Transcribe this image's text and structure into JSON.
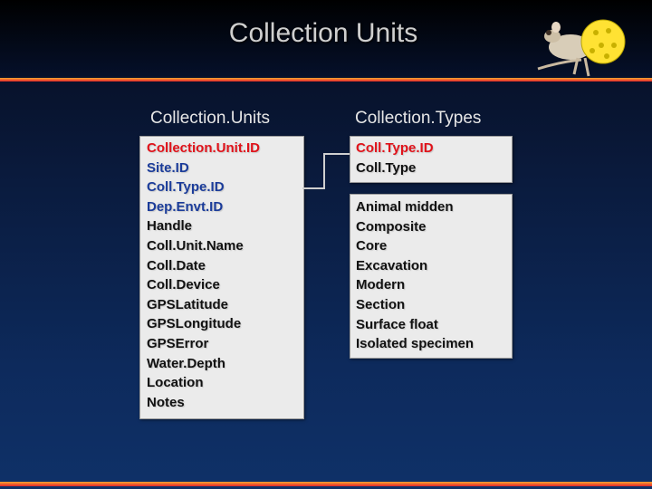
{
  "slide_title": "Collection Units",
  "left_table": {
    "title": "Collection.Units",
    "fields": [
      {
        "name": "Collection.Unit.ID",
        "kind": "primary-key"
      },
      {
        "name": "Site.ID",
        "kind": "foreign-key"
      },
      {
        "name": "Coll.Type.ID",
        "kind": "foreign-key"
      },
      {
        "name": "Dep.Envt.ID",
        "kind": "foreign-key"
      },
      {
        "name": "Handle",
        "kind": "field"
      },
      {
        "name": "Coll.Unit.Name",
        "kind": "field"
      },
      {
        "name": "Coll.Date",
        "kind": "field"
      },
      {
        "name": "Coll.Device",
        "kind": "field"
      },
      {
        "name": "GPSLatitude",
        "kind": "field"
      },
      {
        "name": "GPSLongitude",
        "kind": "field"
      },
      {
        "name": "GPSError",
        "kind": "field"
      },
      {
        "name": "Water.Depth",
        "kind": "field"
      },
      {
        "name": "Location",
        "kind": "field"
      },
      {
        "name": "Notes",
        "kind": "field"
      }
    ]
  },
  "right_table": {
    "title": "Collection.Types",
    "fields": [
      {
        "name": "Coll.Type.ID",
        "kind": "primary-key"
      },
      {
        "name": "Coll.Type",
        "kind": "field"
      }
    ]
  },
  "values_box": {
    "values": [
      "Animal midden",
      "Composite",
      "Core",
      "Excavation",
      "Modern",
      "Section",
      "Surface float",
      "Isolated specimen"
    ]
  },
  "colors": {
    "primary_key": "#e0121a",
    "foreign_key": "#1b3c9a",
    "field": "#111111",
    "accent_stripe": "#f7a531",
    "background": "#0d2a5c"
  },
  "decoration": {
    "mascot_icon": "kangaroo-rat-icon"
  }
}
